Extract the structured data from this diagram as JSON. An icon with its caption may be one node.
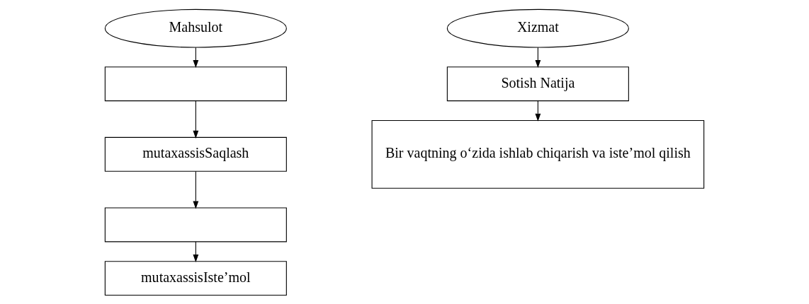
{
  "diagram": {
    "nodes": [
      {
        "text": [
          "Mahsulot"
        ]
      },
      {
        "text": [],
        "shape": "box"
      },
      {
        "text": [
          "mutaxassisSaqlash"
        ]
      },
      {
        "text": [],
        "shape": "box"
      },
      {
        "text": [
          "mutaxassisIste’mol"
        ]
      },
      {
        "text": [
          "Xizmat"
        ]
      },
      {
        "text": [
          "Sotish Natija"
        ]
      },
      {
        "text": [
          "Bir vaqtning o‘zida ishlab chiqarish va iste’mol qilish"
        ]
      }
    ],
    "edges": [
      {
        "from": 0,
        "to": 1,
        "arrow": "to"
      },
      {
        "from": 1,
        "to": 2,
        "arrow": "to"
      },
      {
        "from": 2,
        "to": 3,
        "arrow": "to"
      },
      {
        "from": 3,
        "to": 4,
        "arrow": "to"
      },
      {
        "from": 5,
        "to": 6,
        "arrow": "to"
      },
      {
        "from": 6,
        "to": 7,
        "arrow": "to"
      }
    ]
  }
}
